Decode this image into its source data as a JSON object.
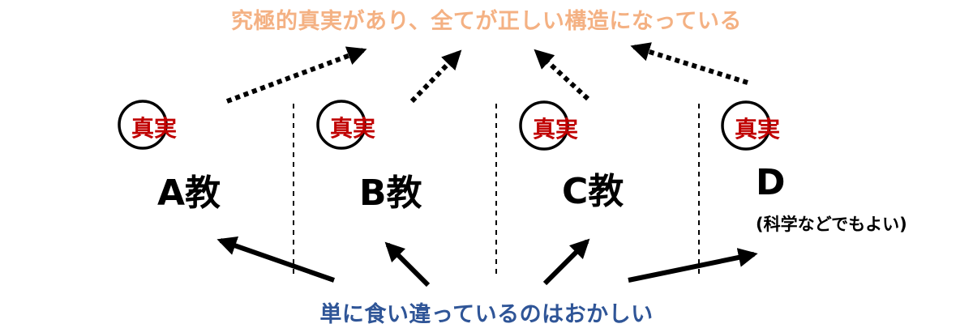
{
  "colors": {
    "top_caption": "#F4B183",
    "bottom_caption": "#2F5597",
    "truth": "#C00000",
    "ink": "#000000"
  },
  "top_caption": "究極的真実があり、全てが正しい構造になっている",
  "bottom_caption": "単に食い違っているのはおかしい",
  "columns": [
    {
      "truth": "真実",
      "label": "A教",
      "note": ""
    },
    {
      "truth": "真実",
      "label": "B教",
      "note": ""
    },
    {
      "truth": "真実",
      "label": "C教",
      "note": ""
    },
    {
      "truth": "真実",
      "label": "D",
      "note": "(科学などでもよい)"
    }
  ]
}
